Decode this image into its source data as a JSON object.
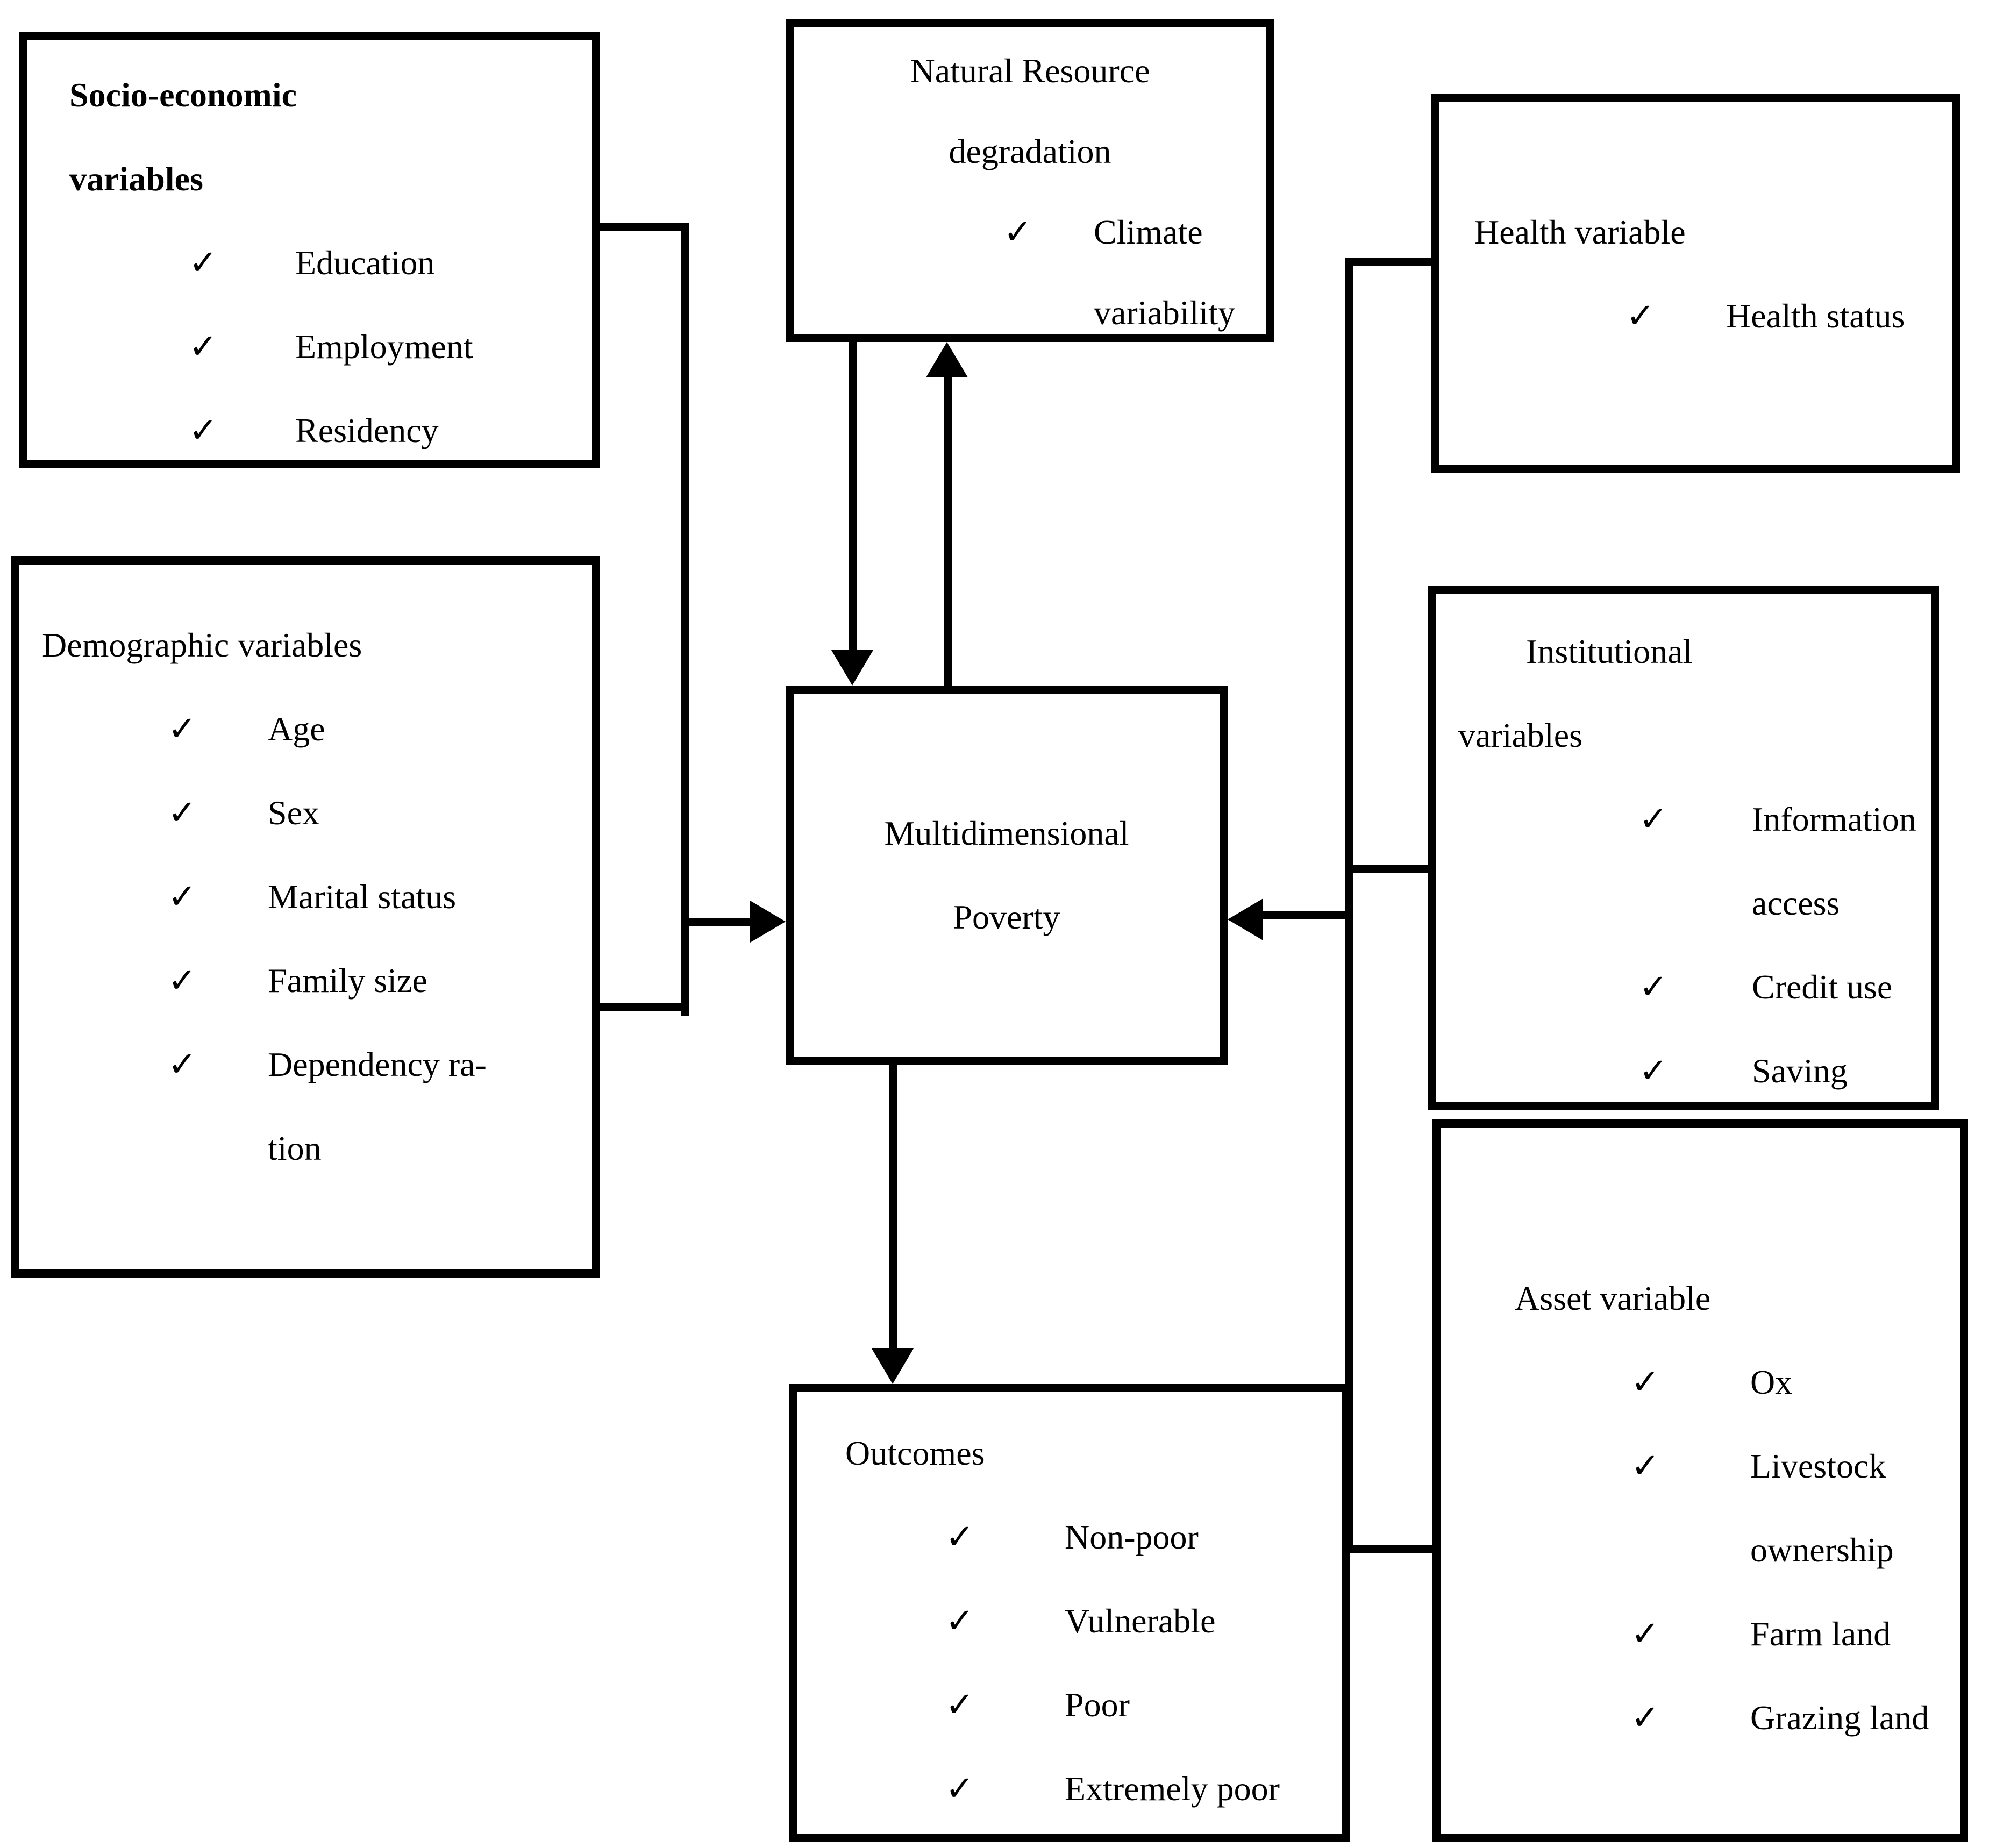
{
  "colors": {
    "ink": "#000000",
    "paper": "#ffffff"
  },
  "glyphs": {
    "check": "✓"
  },
  "boxes": {
    "socio": {
      "title": [
        "Socio-economic",
        "variables"
      ],
      "items": [
        "Education",
        "Employment",
        "Residency"
      ]
    },
    "demographic": {
      "title": [
        "Demographic variables"
      ],
      "items": [
        "Age",
        "Sex",
        "Marital status",
        "Family size"
      ],
      "item_wrap": {
        "line1": "Dependency ra-",
        "line2": "tion"
      }
    },
    "natural_resource": {
      "title": [
        "Natural Resource",
        "degradation"
      ],
      "item_wrap": {
        "line1": "Climate",
        "line2": "variability"
      }
    },
    "poverty": {
      "title": [
        "Multidimensional",
        "Poverty"
      ]
    },
    "outcomes": {
      "title": [
        "Outcomes"
      ],
      "items": [
        "Non-poor",
        "Vulnerable",
        "Poor",
        "Extremely poor"
      ]
    },
    "health": {
      "title": [
        "Health variable"
      ],
      "items": [
        "Health status"
      ]
    },
    "institutional": {
      "title": [
        "Institutional",
        "variables"
      ],
      "item_wrap": {
        "line1": "Information",
        "line2": "access"
      },
      "items": [
        "Credit use",
        "Saving"
      ]
    },
    "asset": {
      "title": [
        "Asset variable"
      ],
      "items": [
        "Ox",
        "Farm land",
        "Grazing land"
      ],
      "item_wrap": {
        "line1": "Livestock",
        "line2": "ownership"
      }
    }
  }
}
